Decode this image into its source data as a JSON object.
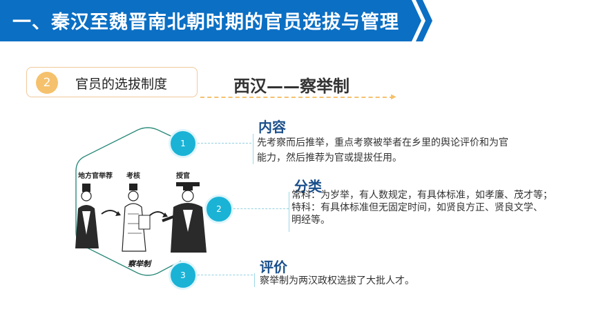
{
  "banner": {
    "title": "一、秦汉至魏晋南北朝时期的官员选拔与管理"
  },
  "pill": {
    "number": "2",
    "text": "官员的选拔制度"
  },
  "subtitle": "西汉——察举制",
  "colors": {
    "banner_blue": "#0b6fc4",
    "accent_orange": "#f5c16c",
    "node_cyan": "#1ab3d6",
    "heading_navy": "#1a4f8b"
  },
  "illustration": {
    "labels": [
      "地方官举荐",
      "考核",
      "授官"
    ],
    "caption": "察举制"
  },
  "nodes": [
    "1",
    "2",
    "3"
  ],
  "sections": [
    {
      "heading": "内容",
      "lines": [
        "先考察而后推举，重点考察被举者在乡里的舆论评价和为官",
        "能力，然后推荐为官或提拔任用。"
      ]
    },
    {
      "heading": "分类",
      "lines": [
        "常科：为岁举，有人数规定，有具体标准，如孝廉、茂才等；",
        "特科：有具体标准但无固定时间，如贤良方正、贤良文学、",
        "明经等。"
      ]
    },
    {
      "heading": "评价",
      "lines": [
        "察举制为两汉政权选拔了大批人才。"
      ]
    }
  ]
}
